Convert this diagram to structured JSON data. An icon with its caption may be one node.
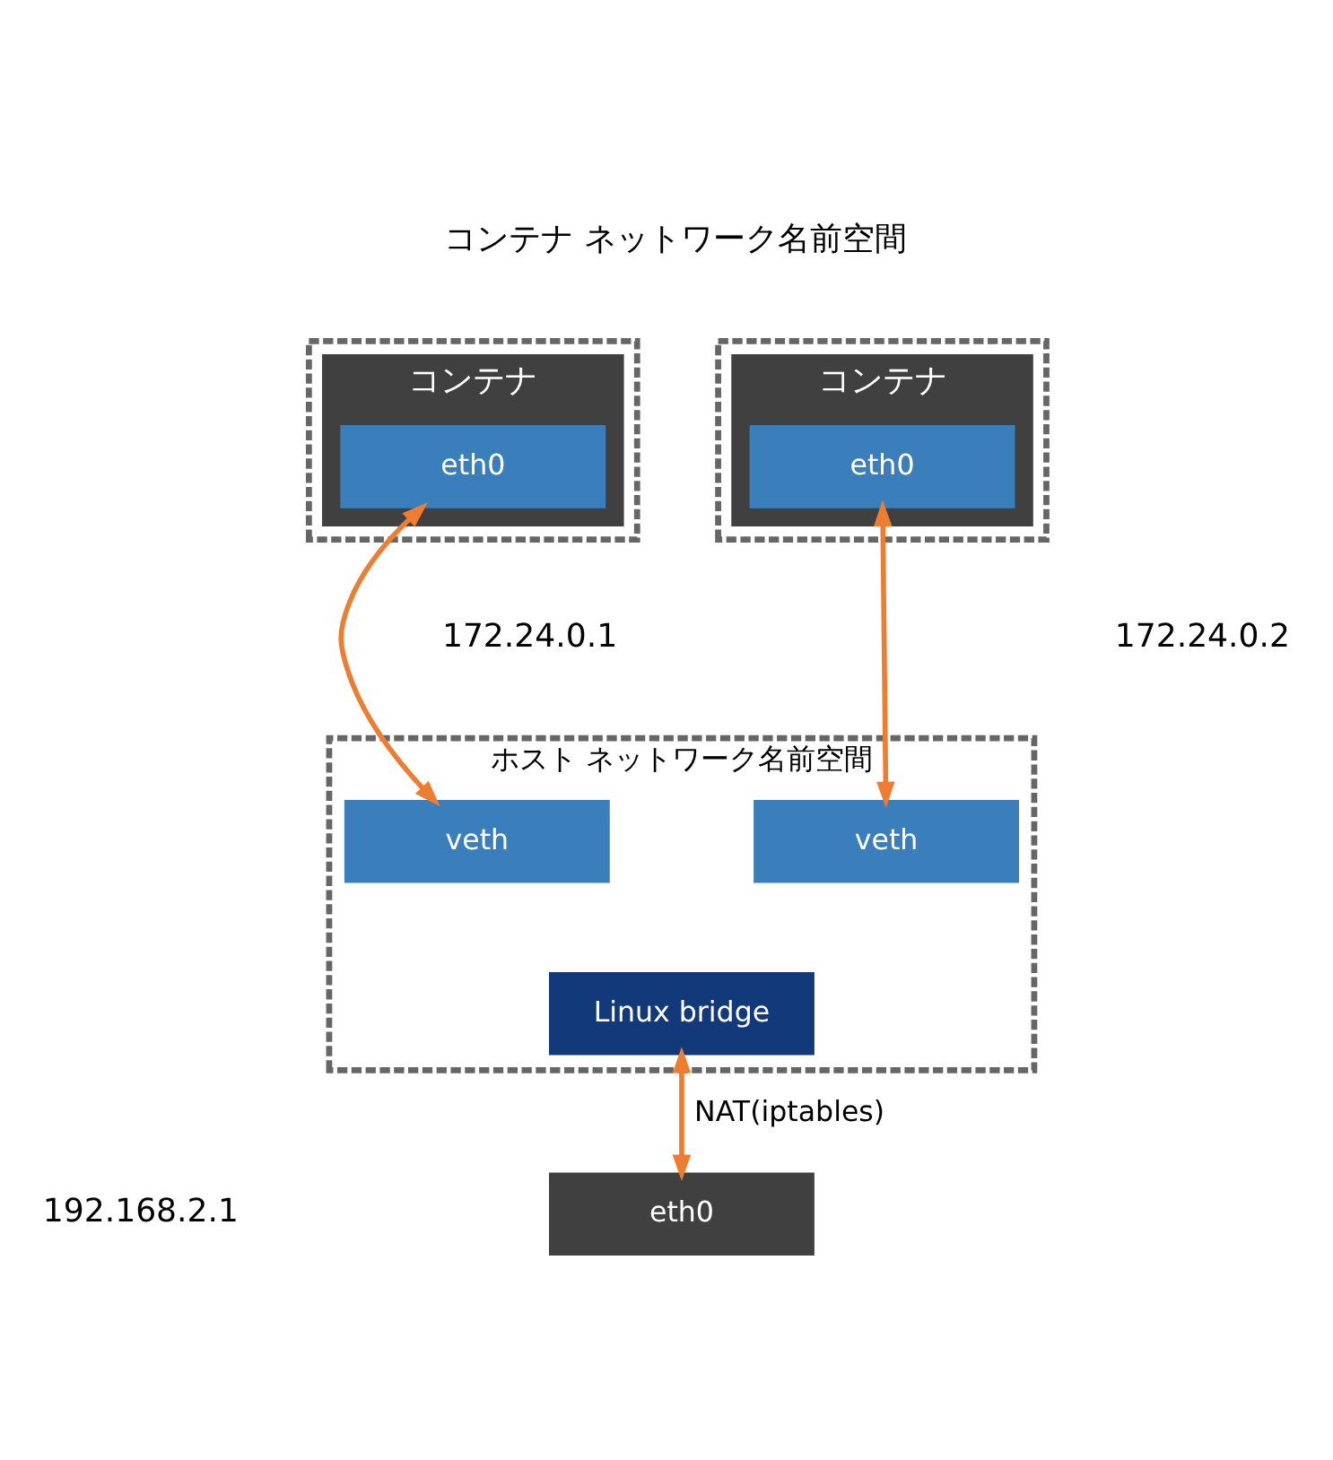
{
  "diagram": {
    "nodes": [
      {
        "text": [],
        "shape": "box"
      },
      {
        "text": [
          "コンテナ"
        ],
        "in": 0
      },
      {
        "text": [
          "eth0"
        ],
        "in": 1
      },
      {
        "text": [],
        "shape": "box"
      },
      {
        "text": [
          "コンテナ"
        ],
        "in": 3
      },
      {
        "text": [
          "eth0"
        ],
        "in": 4
      },
      {
        "text": [
          "ホスト ネットワーク名前空間"
        ]
      },
      {
        "text": [
          "veth"
        ],
        "in": 6
      },
      {
        "text": [
          "veth"
        ],
        "in": 6
      },
      {
        "text": [
          "Linux bridge"
        ],
        "in": 6
      },
      {
        "text": [
          "eth0"
        ]
      }
    ],
    "edges": [
      {
        "from": 2,
        "to": 7,
        "arrow": "both"
      },
      {
        "from": 5,
        "to": 8,
        "arrow": "both"
      },
      {
        "from": 9,
        "to": 10,
        "arrow": "both",
        "label": "NAT(iptables)"
      }
    ],
    "labels": [
      "コンテナ ネットワーク名前空間",
      "172.24.0.1",
      "172.24.0.2",
      "192.168.2.1"
    ]
  }
}
